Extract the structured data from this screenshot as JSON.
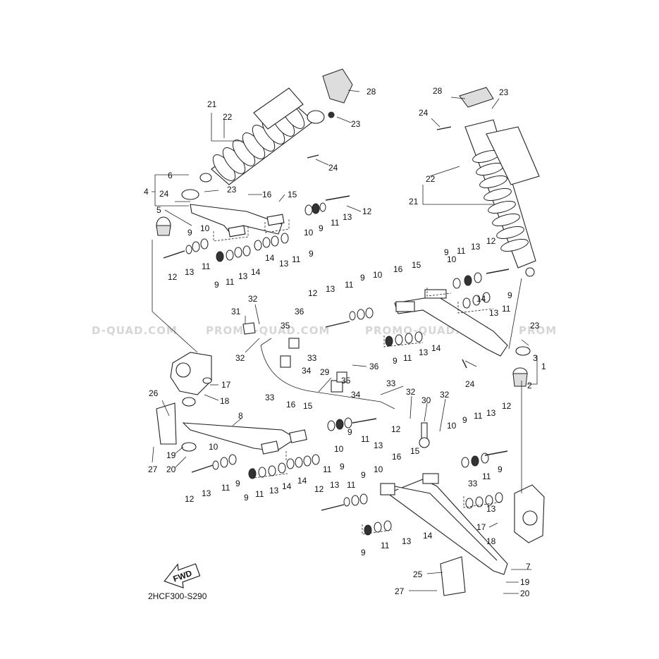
{
  "diagram": {
    "code": "2HCF300-S290",
    "fwd_label": "FWD",
    "watermark": [
      "D-QUAD.COM",
      "PROMO-QUAD.COM",
      "PROMO-QUAD.COM",
      "PROM"
    ],
    "callouts": [
      "1",
      "2",
      "3",
      "4",
      "5",
      "6",
      "7",
      "8",
      "9",
      "10",
      "11",
      "12",
      "13",
      "14",
      "15",
      "16",
      "17",
      "18",
      "19",
      "20",
      "21",
      "22",
      "23",
      "24",
      "25",
      "26",
      "27",
      "28",
      "29",
      "30",
      "31",
      "32",
      "33",
      "34",
      "35",
      "36"
    ]
  }
}
